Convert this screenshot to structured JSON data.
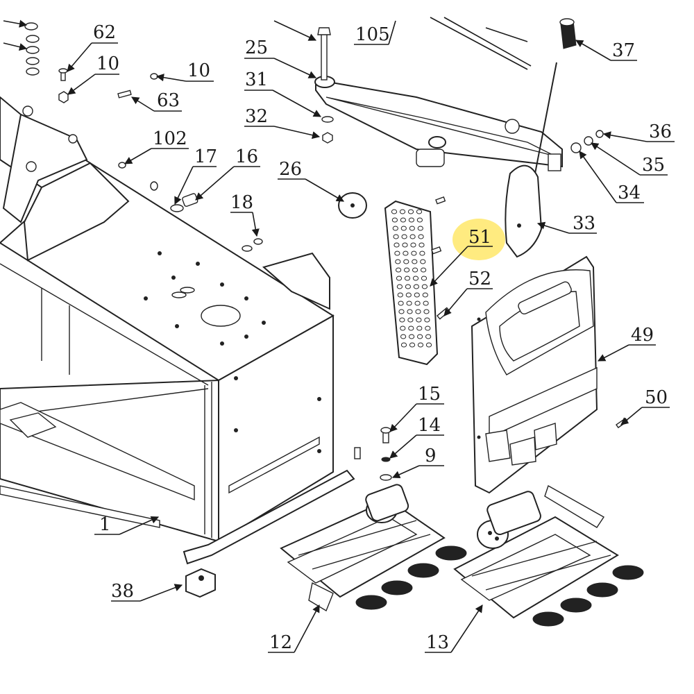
{
  "diagram": {
    "highlight_color": "#ffe86a",
    "ink_color": "#1a1a1a",
    "callouts": {
      "c62": "62",
      "c10a": "10",
      "c10b": "10",
      "c63": "63",
      "c105": "105",
      "c25": "25",
      "c31": "31",
      "c32": "32",
      "c37": "37",
      "c36": "36",
      "c35": "35",
      "c34": "34",
      "c102": "102",
      "c17": "17",
      "c16": "16",
      "c26": "26",
      "c18": "18",
      "c33": "33",
      "c51": "51",
      "c52": "52",
      "c49": "49",
      "c50": "50",
      "c15": "15",
      "c14": "14",
      "c9": "9",
      "c1": "1",
      "c38": "38",
      "c12": "12",
      "c13": "13"
    }
  }
}
